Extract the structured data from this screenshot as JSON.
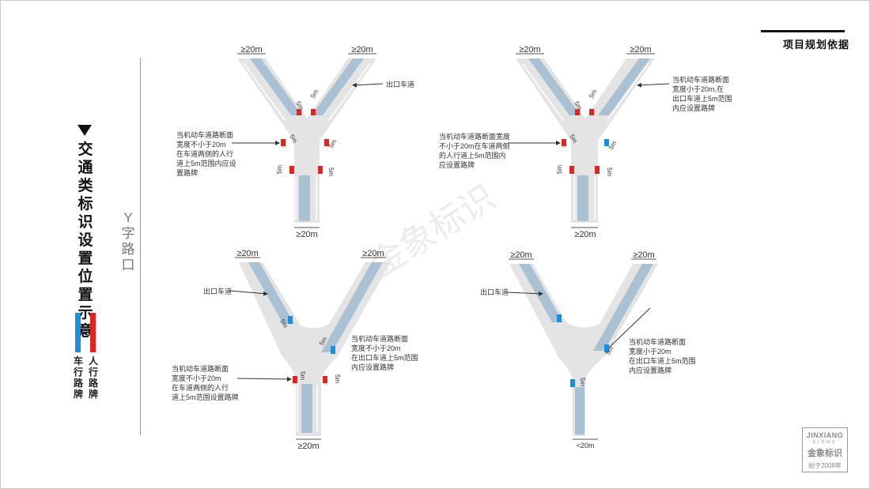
{
  "header": {
    "title": "项目规划依据"
  },
  "sidebar": {
    "title": "交通类标识设置位置示意",
    "legend": [
      {
        "label": "车行路牌",
        "color": "#1a8fe0"
      },
      {
        "label": "人行路牌",
        "color": "#e0241e"
      }
    ]
  },
  "section": {
    "title": "Y字路口"
  },
  "watermark": "金象标识",
  "logo": {
    "en": "JINXIANG",
    "sub": "SIGNS",
    "cn": "金象标识",
    "since": "始于2008年"
  },
  "colors": {
    "road": "#e4e4e4",
    "lane": "#a9c1d2",
    "red": "#e0241e",
    "blue": "#1a8fe0"
  },
  "diagrams": [
    {
      "id": "top-left",
      "dims": [
        "≥20m",
        "≥20m",
        "≥20m"
      ],
      "fives": [
        "5m",
        "5m",
        "5m",
        "5m",
        "5m",
        "5m"
      ],
      "exit_label": "出口车道",
      "note": [
        "当机动车道路断面",
        "宽度不小于20m",
        "在车道两侧的人行",
        "道上5m范围内应设",
        "置路牌"
      ]
    },
    {
      "id": "top-right",
      "dims": [
        "≥20m",
        "≥20m",
        "≥20m"
      ],
      "fives": [
        "5m",
        "5m",
        "5m",
        "5m",
        "5m",
        "5m"
      ],
      "note_left": [
        "当机动车道路断面宽度",
        "不小于20m在车道两侧",
        "的人行道上5m范围内",
        "应设置路牌"
      ],
      "note_right": [
        "当机动车道路断面",
        "宽度小于20m,在",
        "出口车道上5m范围",
        "内应设置路牌"
      ]
    },
    {
      "id": "bottom-left",
      "dims": [
        "≥20m",
        "≥20m",
        "≥20m"
      ],
      "fives": [
        "5m",
        "5m",
        "5m",
        "5m"
      ],
      "exit_label": "出口车道",
      "note_left": [
        "当机动车道路断面",
        "宽度不小于20m",
        "在车道两侧的人行",
        "道上5m范围设置路牌"
      ],
      "note_right": [
        "当机动车道路断面",
        "宽度不小于20m",
        "在出口车道上5m范围",
        "内应设置路牌"
      ]
    },
    {
      "id": "bottom-right",
      "dims": [
        "≥20m",
        "≥20m",
        "<20m"
      ],
      "fives": [
        "5m",
        "5m"
      ],
      "exit_label": "出口车道",
      "note": [
        "当机动车道路断面",
        "宽度小于20m",
        "在出口车道上5m范围",
        "内应设置路牌"
      ]
    }
  ]
}
